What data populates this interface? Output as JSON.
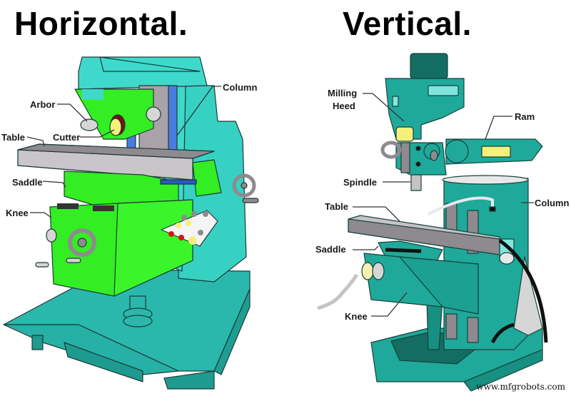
{
  "titles": {
    "horizontal": "Horizontal.",
    "vertical": "Vertical."
  },
  "horizontal_machine": {
    "labels": {
      "arbor": "Arbor",
      "cutter": "Cutter",
      "table": "Table",
      "saddle": "Saddle",
      "knee": "Knee",
      "column": "Column"
    }
  },
  "vertical_machine": {
    "labels": {
      "milling_head": "Milling",
      "milling_head_2": "Heed",
      "ram": "Ram",
      "spindle": "Spindle",
      "table": "Table",
      "saddle": "Saddle",
      "knee": "Knee",
      "column": "Column"
    }
  },
  "watermark": "www.mfgrobots.com",
  "colors": {
    "teal": "#2ec4b6",
    "teal_vertical": "#1fa99a",
    "dark_teal": "#0f6b5f",
    "green": "#33ee22",
    "grey": "#a9a2a8",
    "blue": "#4a7be0",
    "yellow": "#f5f07a",
    "red": "#e01010"
  }
}
